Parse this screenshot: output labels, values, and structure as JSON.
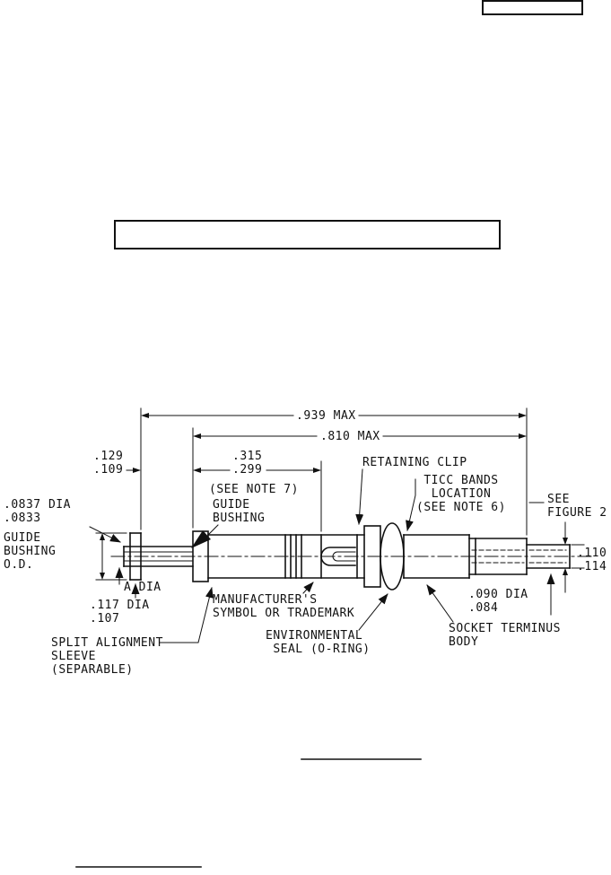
{
  "figure": {
    "dimensions": {
      "overall_max": ".939 MAX",
      "body_max": ".810 MAX",
      "dim_129_109": ".129\n.109",
      "dim_315_299": ".315\n.299",
      "see_note_7": "(SEE NOTE 7)",
      "dim_110_114": ".110\n.114",
      "dia_0837_0833": ".0837 DIA\n.0833",
      "a_dia": "A DIA",
      "dim_117_107": ".117 DIA\n.107",
      "dim_090_084": ".090 DIA\n.084"
    },
    "labels": {
      "guide_bushing_od": "GUIDE\nBUSHING\nO.D.",
      "guide_bushing": "GUIDE\nBUSHING",
      "retaining_clip": "RETAINING CLIP",
      "ticc_bands": "TICC BANDS\nLOCATION\n(SEE NOTE 6)",
      "see_figure_2": "SEE\nFIGURE 2",
      "manufacturers_symbol": "MANUFACTURER'S\nSYMBOL OR TRADEMARK",
      "split_alignment_sleeve": "SPLIT ALIGNMENT\nSLEEVE\n(SEPARABLE)",
      "environmental_seal": "ENVIRONMENTAL\n SEAL (O-RING)",
      "socket_terminus_body": "SOCKET TERMINUS\nBODY"
    }
  }
}
